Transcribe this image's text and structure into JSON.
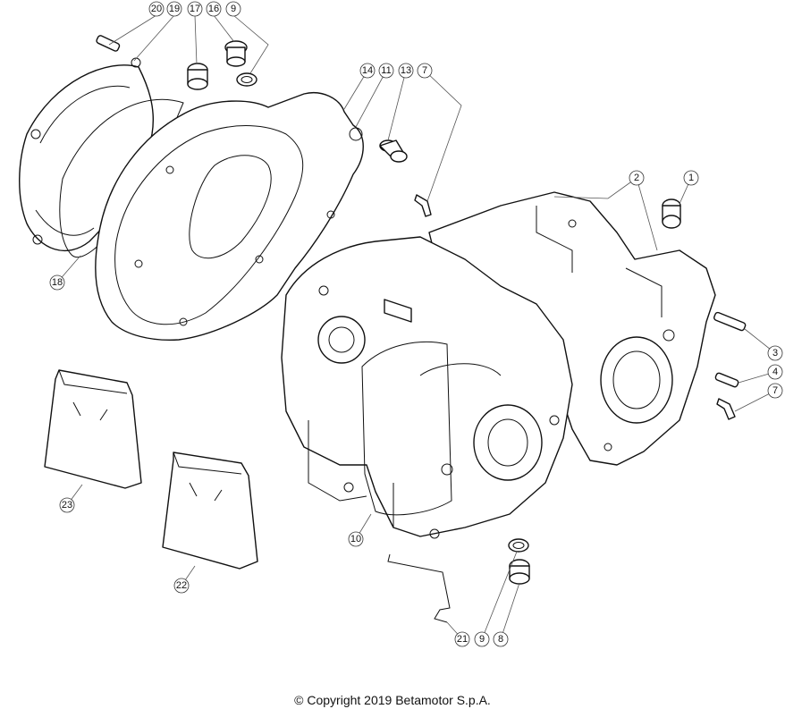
{
  "copyright": "© Copyright 2019 Betamotor S.p.A.",
  "callouts": {
    "c20": "20",
    "c19": "19",
    "c17": "17",
    "c16": "16",
    "c9a": "9",
    "c14": "14",
    "c11": "11",
    "c13": "13",
    "c7a": "7",
    "c2": "2",
    "c1": "1",
    "c3": "3",
    "c4": "4",
    "c7b": "7",
    "c18": "18",
    "c23": "23",
    "c22": "22",
    "c10": "10",
    "c21": "21",
    "c9b": "9",
    "c8": "8"
  }
}
